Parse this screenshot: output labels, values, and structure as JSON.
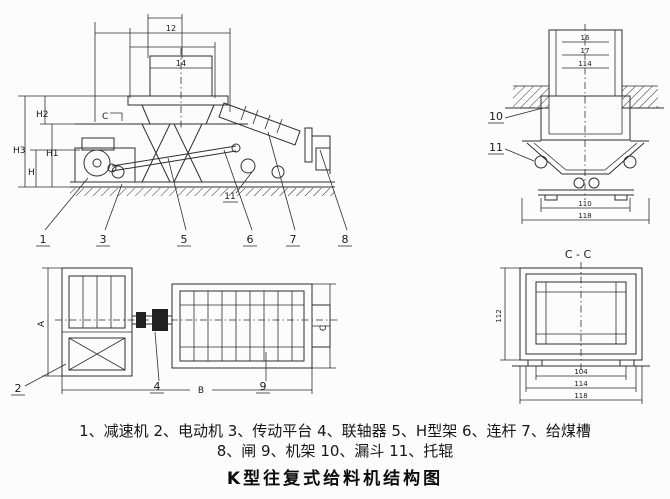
{
  "title": "K型往复式给料机结构图",
  "legend": {
    "line1": "1、减速机 2、电动机 3、传动平台 4、联轴器 5、H型架 6、连杆 7、给煤槽",
    "line2": "8、闸 9、机架 10、漏斗 11、托辊"
  },
  "side_view": {
    "section_mark": "C",
    "roller_label": "11",
    "dims": {
      "d12": "12",
      "d14": "14",
      "h3": "H3",
      "h2": "H2",
      "h1": "H1",
      "h": "H"
    },
    "parts": {
      "p1": "1",
      "p3": "3",
      "p5": "5",
      "p6": "6",
      "p7": "7",
      "p8": "8"
    }
  },
  "front_view": {
    "parts": {
      "p10": "10",
      "p11": "11"
    },
    "dims": {
      "top1": "16",
      "top2": "17",
      "top3": "114",
      "bottom1": "110",
      "bottom2": "118"
    }
  },
  "plan_view": {
    "parts": {
      "p2": "2",
      "p4": "4",
      "p9": "9"
    },
    "dims": {
      "a": "A",
      "b": "B",
      "c": "C"
    }
  },
  "section_view": {
    "label": "C - C",
    "dims": {
      "left1": "112",
      "bottom1": "104",
      "bottom2": "114",
      "bottom3": "118"
    }
  }
}
